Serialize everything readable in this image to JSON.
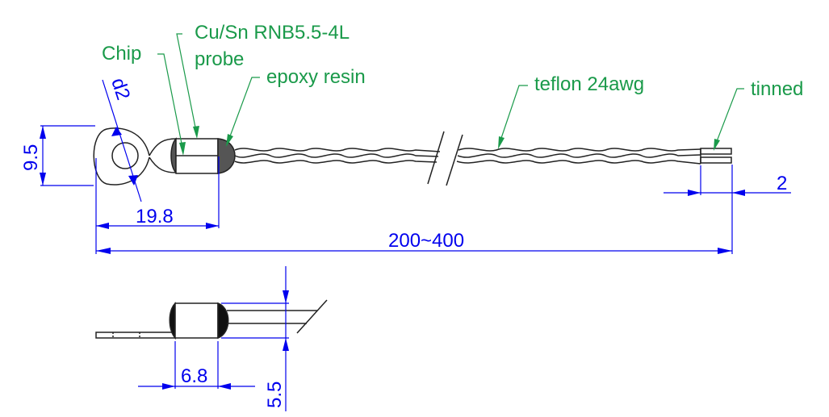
{
  "drawing": {
    "title": "Ring lug NTC temperature sensor drawing",
    "colors": {
      "annotation": "#1a9a4a",
      "dimension": "#0000ee",
      "outline": "#222222",
      "epoxy": "#555555"
    },
    "labels": {
      "chip": "Chip",
      "probe_line1": "Cu/Sn RNB5.5-4L",
      "probe_line2": "probe",
      "epoxy": "epoxy resin",
      "wire": "teflon 24awg",
      "tinned": "tinned"
    },
    "dimensions": {
      "hole_diameter": "d2",
      "lug_height": "9.5",
      "lug_to_probe_length": "19.8",
      "total_length": "200~400",
      "tinned_length": "2",
      "probe_length": "6.8",
      "probe_diameter": "5.5"
    }
  }
}
